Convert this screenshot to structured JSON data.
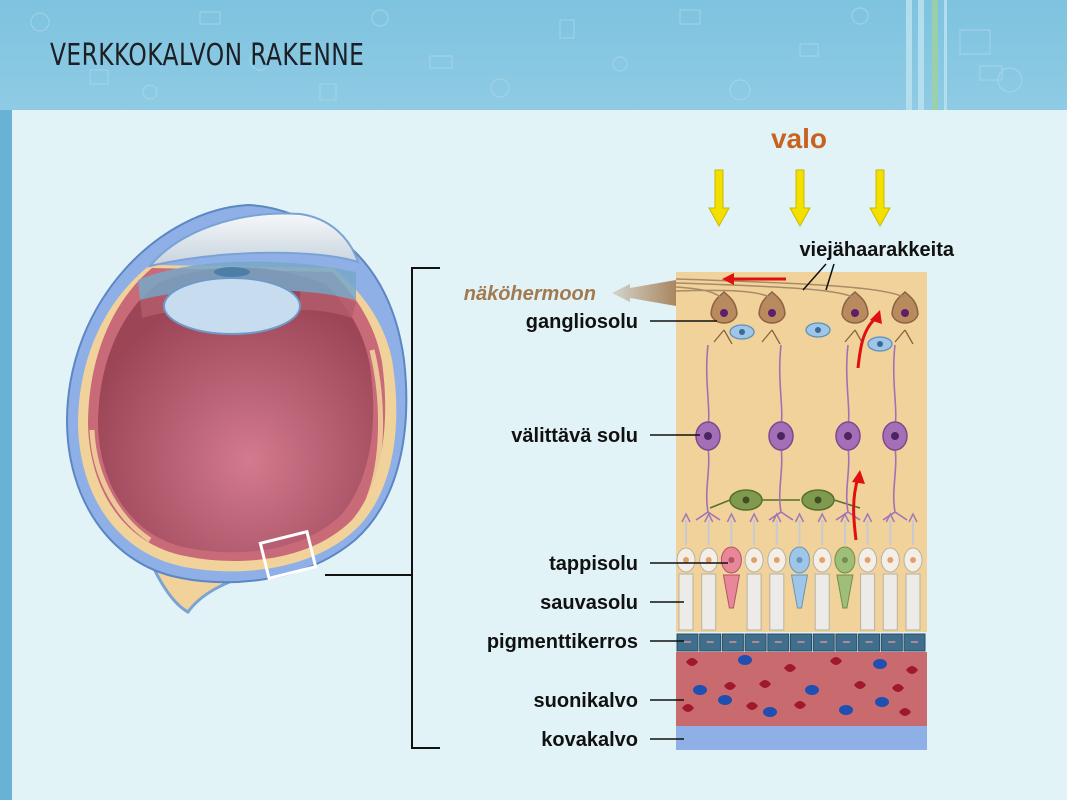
{
  "title": "VERKKOKALVON RAKENNE",
  "labels": {
    "light": "valo",
    "axons": "viejähaarakkeita",
    "optic_nerve": "näköhermoon",
    "ganglion_cell": "gangliosolu",
    "bipolar_cell": "välittävä solu",
    "cone_cell": "tappisolu",
    "rod_cell": "sauvasolu",
    "pigment_layer": "pigmenttikerros",
    "choroid": "suonikalvo",
    "sclera": "kovakalvo"
  },
  "colors": {
    "header": "#8fcbe4",
    "background": "#e2f3f7",
    "retina_bg": "#f1d29a",
    "light_arrow": "#f4e000",
    "signal_arrow": "#e01010",
    "ganglion": "#b98a5e",
    "bipolar": "#a56fb8",
    "horizontal": "#7f9a4e",
    "amacrine": "#9ec6e8",
    "cone": "#e8879a",
    "pigment": "#3f6f8c",
    "choroid": "#c96a6f",
    "sclera": "#8fb0e6",
    "label_light": "#c8621f",
    "label_optic": "#a37a4f"
  },
  "icons": {
    "light_arrows": "arrow-down-icon",
    "signal_arrows": "arrow-up-icon",
    "optic_arrow": "arrow-left-icon"
  }
}
